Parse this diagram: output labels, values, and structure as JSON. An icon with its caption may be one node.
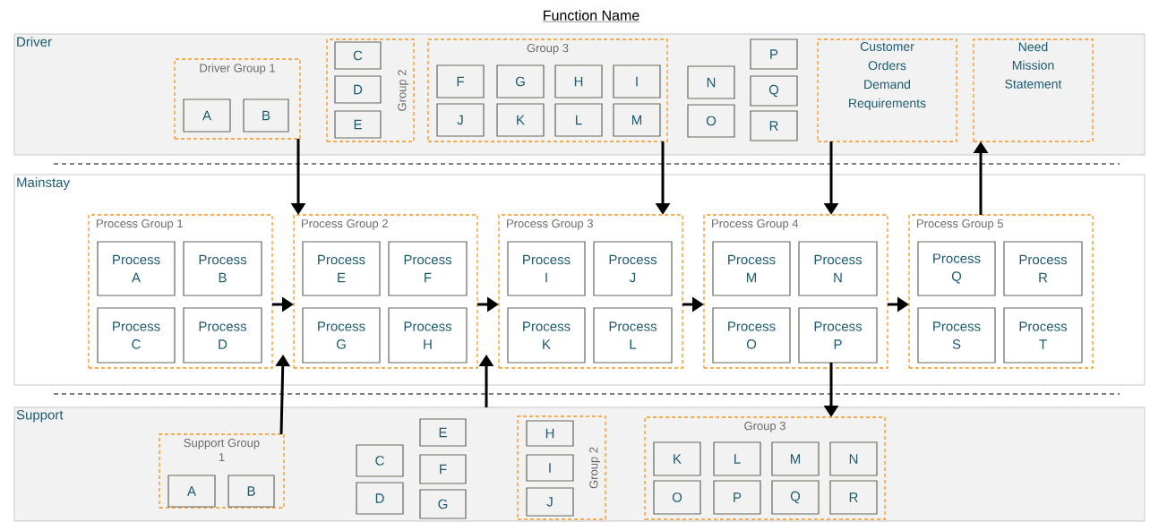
{
  "diagram": {
    "title": "Function Name",
    "nodes": [
      {
        "text": [
          "Driver"
        ]
      },
      {
        "text": [
          "Driver Group 1"
        ],
        "in": 0
      },
      {
        "text": [
          "A"
        ],
        "in": 1
      },
      {
        "text": [
          "B"
        ],
        "in": 1
      },
      {
        "text": [
          "Group 2"
        ],
        "in": 0
      },
      {
        "text": [
          "C"
        ],
        "in": 4
      },
      {
        "text": [
          "D"
        ],
        "in": 4
      },
      {
        "text": [
          "E"
        ],
        "in": 4
      },
      {
        "text": [
          "Group 3"
        ],
        "in": 0
      },
      {
        "text": [
          "F"
        ],
        "in": 8
      },
      {
        "text": [
          "G"
        ],
        "in": 8
      },
      {
        "text": [
          "H"
        ],
        "in": 8
      },
      {
        "text": [
          "I"
        ],
        "in": 8
      },
      {
        "text": [
          "J"
        ],
        "in": 8
      },
      {
        "text": [
          "K"
        ],
        "in": 8
      },
      {
        "text": [
          "L"
        ],
        "in": 8
      },
      {
        "text": [
          "M"
        ],
        "in": 8
      },
      {
        "text": [
          "N"
        ],
        "in": 0
      },
      {
        "text": [
          "O"
        ],
        "in": 0
      },
      {
        "text": [
          "P"
        ],
        "in": 0
      },
      {
        "text": [
          "Q"
        ],
        "in": 0
      },
      {
        "text": [
          "R"
        ],
        "in": 0
      },
      {
        "text": [
          "Customer",
          "Orders Demand Requirements"
        ],
        "in": 0
      },
      {
        "text": [
          "Need",
          "Mission Statement"
        ],
        "in": 0
      },
      {
        "text": [
          "Mainstay"
        ]
      },
      {
        "text": [
          "Process Group 1"
        ],
        "in": 24
      },
      {
        "text": [
          "Process A"
        ],
        "in": 25
      },
      {
        "text": [
          "Process B"
        ],
        "in": 25
      },
      {
        "text": [
          "Process C"
        ],
        "in": 25
      },
      {
        "text": [
          "Process D"
        ],
        "in": 25
      },
      {
        "text": [
          "Process Group 2"
        ],
        "in": 24
      },
      {
        "text": [
          "Process E"
        ],
        "in": 30
      },
      {
        "text": [
          "Process F"
        ],
        "in": 30
      },
      {
        "text": [
          "Process G"
        ],
        "in": 30
      },
      {
        "text": [
          "Process H"
        ],
        "in": 30
      },
      {
        "text": [
          "Process Group 3"
        ],
        "in": 24
      },
      {
        "text": [
          "Process I"
        ],
        "in": 35
      },
      {
        "text": [
          "Process J"
        ],
        "in": 35
      },
      {
        "text": [
          "Process K"
        ],
        "in": 35
      },
      {
        "text": [
          "Process L"
        ],
        "in": 35
      },
      {
        "text": [
          "Process Group 4"
        ],
        "in": 24
      },
      {
        "text": [
          "Process M"
        ],
        "in": 40
      },
      {
        "text": [
          "Process N"
        ],
        "in": 40
      },
      {
        "text": [
          "Process O"
        ],
        "in": 40
      },
      {
        "text": [
          "Process P"
        ],
        "in": 40
      },
      {
        "text": [
          "Process Group 5"
        ],
        "in": 24
      },
      {
        "text": [
          "Process Q"
        ],
        "in": 45
      },
      {
        "text": [
          "Process R"
        ],
        "in": 45
      },
      {
        "text": [
          "Process S"
        ],
        "in": 45
      },
      {
        "text": [
          "Process T"
        ],
        "in": 45
      },
      {
        "text": [
          "Support"
        ]
      },
      {
        "text": [
          "Support Group 1"
        ],
        "in": 50
      },
      {
        "text": [
          "A"
        ],
        "in": 51
      },
      {
        "text": [
          "B"
        ],
        "in": 51
      },
      {
        "text": [
          "C"
        ],
        "in": 50
      },
      {
        "text": [
          "D"
        ],
        "in": 50
      },
      {
        "text": [
          "E"
        ],
        "in": 50
      },
      {
        "text": [
          "F"
        ],
        "in": 50
      },
      {
        "text": [
          "G"
        ],
        "in": 50
      },
      {
        "text": [
          "Group 2"
        ],
        "in": 50
      },
      {
        "text": [
          "H"
        ],
        "in": 59
      },
      {
        "text": [
          "I"
        ],
        "in": 59
      },
      {
        "text": [
          "J"
        ],
        "in": 59
      },
      {
        "text": [
          "Group 3"
        ],
        "in": 50
      },
      {
        "text": [
          "K"
        ],
        "in": 63
      },
      {
        "text": [
          "L"
        ],
        "in": 63
      },
      {
        "text": [
          "M"
        ],
        "in": 63
      },
      {
        "text": [
          "N"
        ],
        "in": 63
      },
      {
        "text": [
          "O"
        ],
        "in": 63
      },
      {
        "text": [
          "P"
        ],
        "in": 63
      },
      {
        "text": [
          "Q"
        ],
        "in": 63
      },
      {
        "text": [
          "R"
        ],
        "in": 63
      }
    ],
    "edges": [
      {
        "from": 1,
        "to": 30,
        "arrow": "to"
      },
      {
        "from": 8,
        "to": 35,
        "arrow": "to"
      },
      {
        "from": 22,
        "to": 40,
        "arrow": "to"
      },
      {
        "from": 45,
        "to": 23,
        "arrow": "to"
      },
      {
        "from": 25,
        "to": 30,
        "arrow": "to"
      },
      {
        "from": 30,
        "to": 35,
        "arrow": "to"
      },
      {
        "from": 35,
        "to": 40,
        "arrow": "to"
      },
      {
        "from": 40,
        "to": 45,
        "arrow": "to"
      },
      {
        "from": 44,
        "to": 63,
        "arrow": "to"
      },
      {
        "from": 51,
        "to": 25,
        "arrow": "to"
      },
      {
        "from": 50,
        "to": 30,
        "arrow": "to"
      }
    ]
  }
}
